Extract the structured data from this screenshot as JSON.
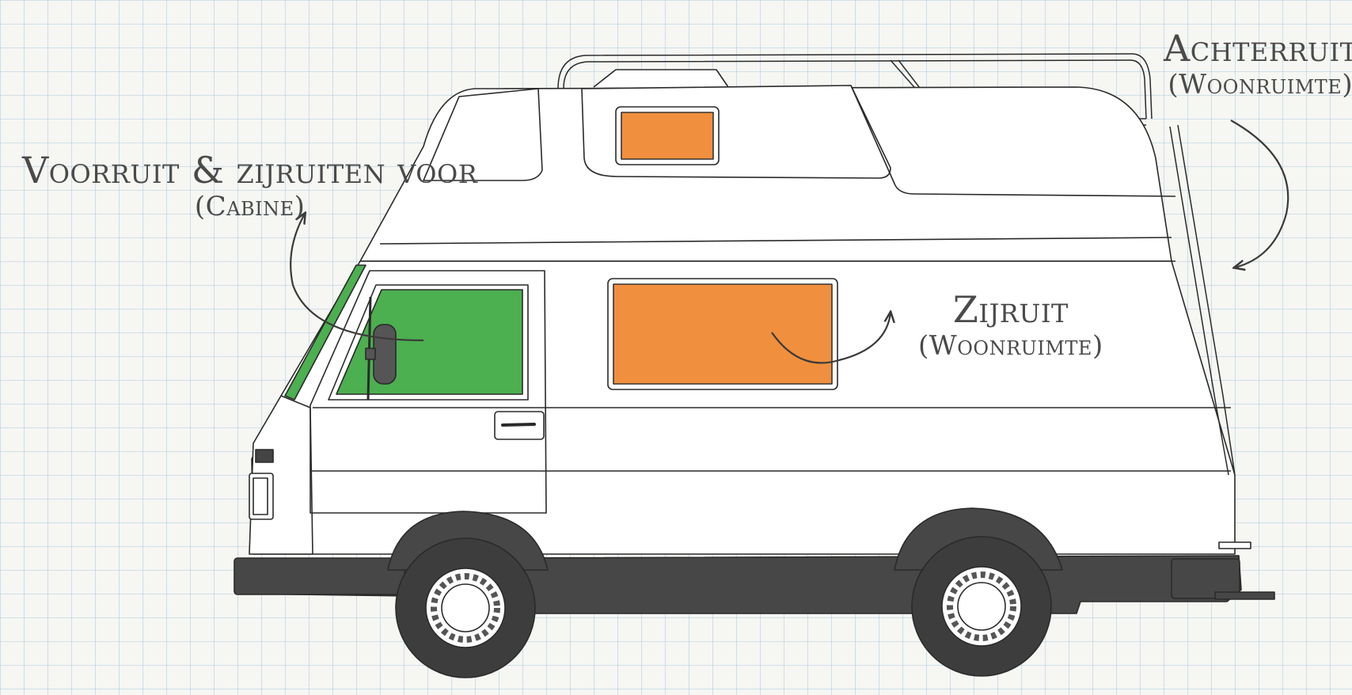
{
  "labels": {
    "front": {
      "main": "Voorruit & zijruiten voor",
      "sub": "(Cabine)"
    },
    "side": {
      "main": "Zijruit",
      "sub": "(Woonruimte)"
    },
    "rear": {
      "main": "Achterruit",
      "sub": "(Woonruimte)"
    }
  },
  "colors": {
    "cabin_window": "#4caf50",
    "living_window": "#f08a33",
    "grid_line": "#9fc3dc",
    "outline": "#2a2a2a",
    "chassis": "#474747",
    "text": "#4a4a4a"
  },
  "icons": {
    "front_arrow": "curved-arrow-icon",
    "side_arrow": "curved-arrow-icon",
    "rear_arrow": "curved-arrow-icon"
  }
}
